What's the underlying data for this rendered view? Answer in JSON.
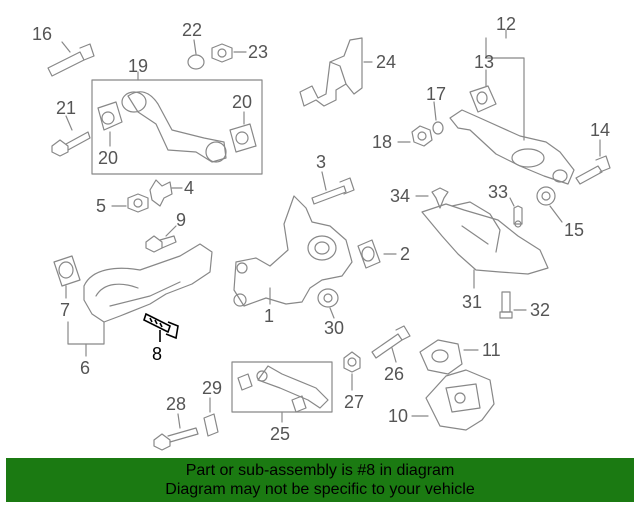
{
  "callouts": {
    "n1": "1",
    "n2": "2",
    "n3": "3",
    "n4": "4",
    "n5": "5",
    "n6": "6",
    "n7": "7",
    "n8": "8",
    "n9": "9",
    "n10": "10",
    "n11": "11",
    "n12": "12",
    "n13": "13",
    "n14": "14",
    "n15": "15",
    "n16": "16",
    "n17": "17",
    "n18": "18",
    "n19": "19",
    "n20a": "20",
    "n20b": "20",
    "n21": "21",
    "n22": "22",
    "n23": "23",
    "n24": "24",
    "n25": "25",
    "n26": "26",
    "n27": "27",
    "n28": "28",
    "n29": "29",
    "n30": "30",
    "n31": "31",
    "n32": "32",
    "n33": "33",
    "n34": "34"
  },
  "highlight": {
    "part": "8",
    "color": "#000000"
  },
  "banner": {
    "line1": "Part or sub-assembly is #8 in diagram",
    "line2": "Diagram may not be specific to your vehicle",
    "background": "#1b7a12"
  }
}
